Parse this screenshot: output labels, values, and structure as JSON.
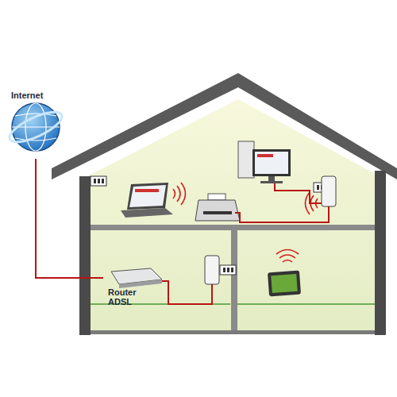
{
  "diagram": {
    "nodes": [
      {
        "text": [
          "Internet"
        ]
      },
      {
        "text": [
          "Router ADSL"
        ]
      }
    ],
    "edges": [
      {
        "from": 0,
        "to": 1,
        "arrow": "none"
      }
    ]
  }
}
